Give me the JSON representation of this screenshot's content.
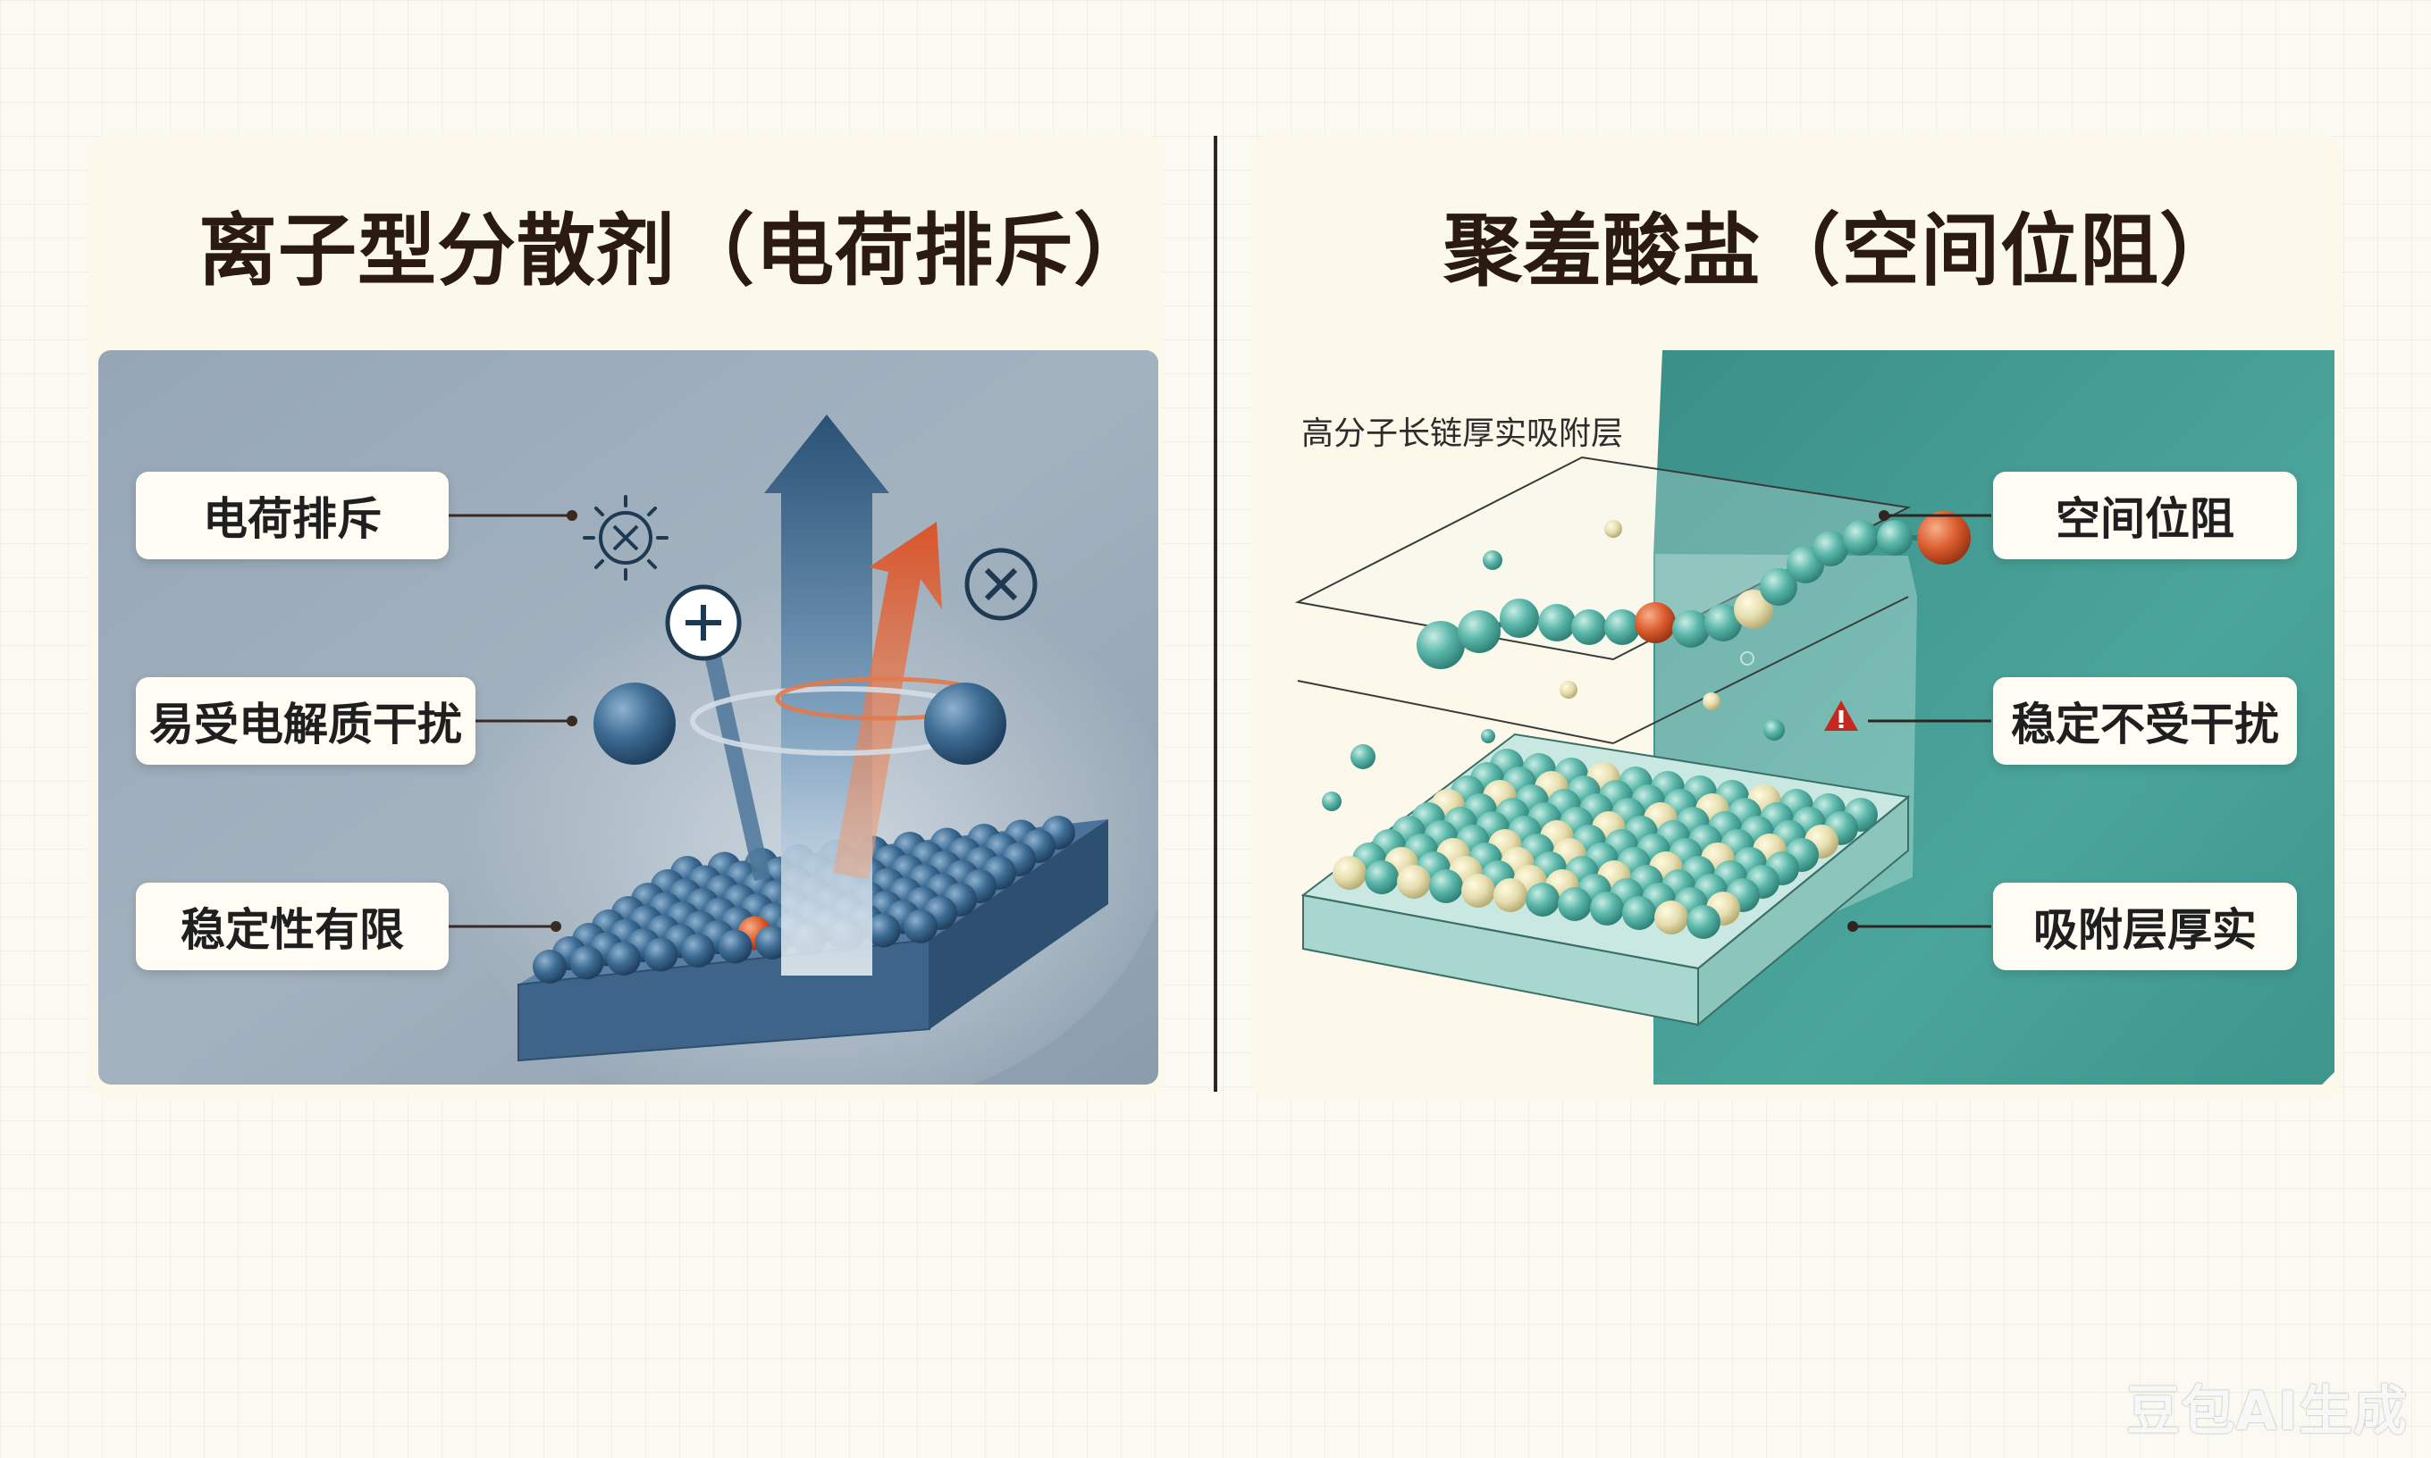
{
  "left_panel": {
    "title": "离子型分散剂（电荷排斥）",
    "labels": [
      "电荷排斥",
      "易受电解质干扰",
      "稳定性有限"
    ]
  },
  "right_panel": {
    "title": "聚羞酸盐（空间位阻）",
    "chain_label": "高分子长链厚实吸附层",
    "labels": [
      "空间位阻",
      "稳定不受干扰",
      "吸附层厚实"
    ]
  },
  "watermark": "豆包AI生成",
  "colors": {
    "left_background": "#8c9eae",
    "left_particle": "#2f5a80",
    "right_background": "#3f9a92",
    "right_particle": "#5cb8ab",
    "cream_particle": "#e3ddb0",
    "accent_orange": "#d9572c",
    "divider": "#2f2420"
  },
  "icons": [
    "sun-cross-icon",
    "plus-circle-icon",
    "x-circle-icon",
    "warning-icon"
  ]
}
